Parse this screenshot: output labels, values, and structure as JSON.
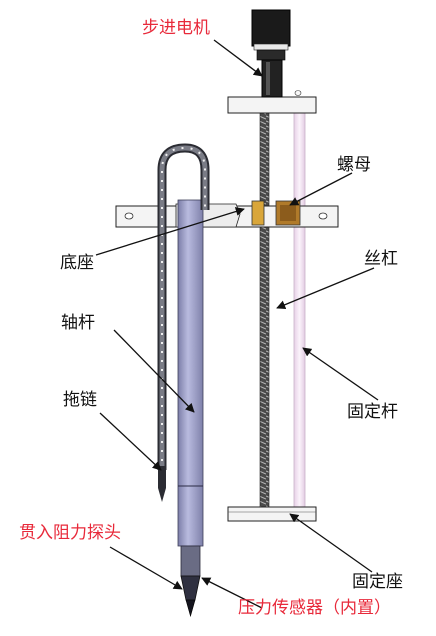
{
  "labels": {
    "stepper_motor": "步进电机",
    "nut": "螺母",
    "base": "底座",
    "lead_screw": "丝杠",
    "shaft_rod": "轴杆",
    "drag_chain": "拖链",
    "fixed_rod": "固定杆",
    "penetration_probe": "贯入阻力探头",
    "fixed_seat": "固定座",
    "pressure_sensor": "压力传感器（内置）"
  },
  "colors": {
    "label_black": "#111111",
    "label_red": "#e8293a",
    "outline": "#222222",
    "plate_fill": "#f4f4f4",
    "shaft_fill": "#9a9cc4",
    "nut_fill": "#d9a63a",
    "screw_fill": "#3a3a3a",
    "fixed_rod_fill": "#f2e4f2",
    "chain_fill": "#6e7078",
    "motor_fill": "#1a1a1a"
  }
}
